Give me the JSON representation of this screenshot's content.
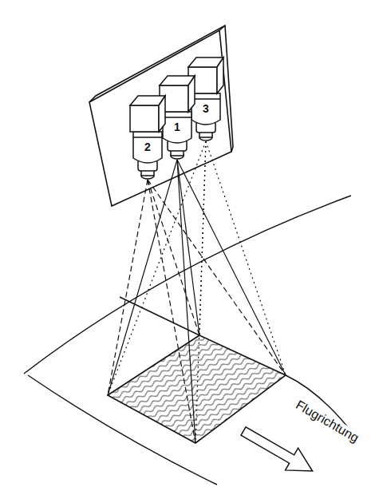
{
  "diagram": {
    "labels": [
      "2",
      "1",
      "3",
      "Flugrichtung"
    ]
  }
}
